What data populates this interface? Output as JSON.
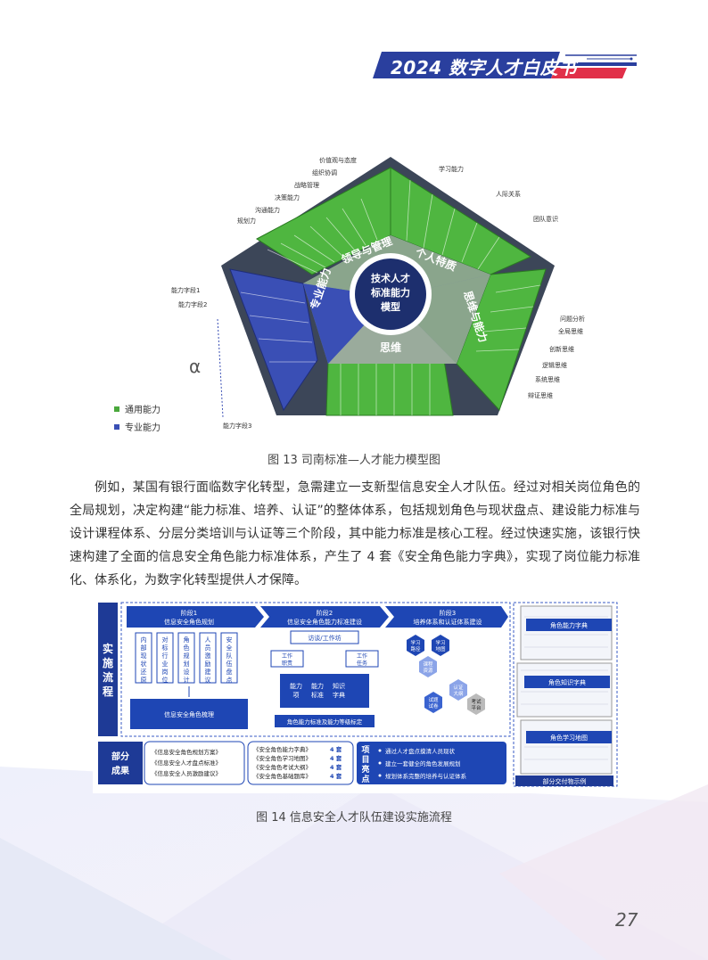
{
  "header": {
    "title": "2024 数字人才白皮书"
  },
  "page_number": "27",
  "figure13": {
    "caption": "图 13  司南标准—人才能力模型图",
    "center": [
      "技术人才",
      "标准能力",
      "模型"
    ],
    "sectors": [
      "领导与管理",
      "个人特质",
      "思维与能力",
      "思维",
      "专业能力"
    ],
    "top_labels": [
      "价值观与态度",
      "组织协调",
      "战略管理",
      "决策能力",
      "沟通能力",
      "规划力"
    ],
    "right_top_labels": [
      "学习能力",
      "人际关系",
      "团队意识"
    ],
    "left_labels": [
      "能力字段1",
      "能力字段2"
    ],
    "right_labels": [
      "问题分析",
      "全局思维",
      "创新思维",
      "逻辑思维",
      "系统思维",
      "辩证思维"
    ],
    "bottom_left_label": "能力字段3",
    "alpha": "α",
    "legend": [
      {
        "label": "通用能力",
        "color": "#4aa83c"
      },
      {
        "label": "专业能力",
        "color": "#3a4fb5"
      }
    ]
  },
  "paragraph": "例如，某国有银行面临数字化转型，急需建立一支新型信息安全人才队伍。经过对相关岗位角色的全局规划，决定构建“能力标准、培养、认证”的整体体系，包括规划角色与现状盘点、建设能力标准与设计课程体系、分层分类培训与认证等三个阶段，其中能力标准是核心工程。经过快速实施，该银行快速构建了全面的信息安全角色能力标准体系，产生了 4 套《安全角色能力字典》，实现了岗位能力标准化、体系化，为数字化转型提供人才保障。",
  "figure14": {
    "caption": "图 14  信息安全人才队伍建设实施流程",
    "side_label": "实施流程",
    "stages": [
      {
        "title": "阶段1",
        "subtitle": "信息安全角色规划"
      },
      {
        "title": "阶段2",
        "subtitle": "信息安全角色能力标准建设"
      },
      {
        "title": "阶段3",
        "subtitle": "培养体系和认证体系建设"
      }
    ],
    "stage1_cols": [
      "内部现状还原",
      "对标行业岗位",
      "角色规划设计",
      "人员激励建议",
      "安全队伍盘点"
    ],
    "stage1_bottom": "信息安全角色梳理",
    "stage2_top": "访谈/工作坊",
    "stage2_left": "工作职责",
    "stage2_right": "工作任务",
    "stage2_boxes": [
      "能力项",
      "能力标准",
      "知识字典"
    ],
    "stage2_bottom": "角色能力标准及能力等级标定",
    "stage3_hex": [
      "学习路径",
      "学习地图",
      "课程资源",
      "认证大纲",
      "试题试卷",
      "考试平台"
    ],
    "deliverables": [
      "角色能力字典",
      "角色知识字典",
      "角色学习地图"
    ],
    "deliverables_label": "部分交付物示例",
    "results_label": "部分成果",
    "results_left": [
      "《信息安全角色规划方案》",
      "《信息安全人才盘点标准》",
      "《信息安全人员激励建议》"
    ],
    "results_mid": [
      "《安全角色能力字典》",
      "《安全角色学习地图》",
      "《安全角色考试大纲》",
      "《安全角色基础题库》"
    ],
    "results_mid_count": "4 套",
    "highlights_label": "项目亮点",
    "highlights": [
      "通过人才盘点摸清人员现状",
      "建立一套健全的角色发展规划",
      "规划体系完整的培养与认证体系"
    ]
  }
}
